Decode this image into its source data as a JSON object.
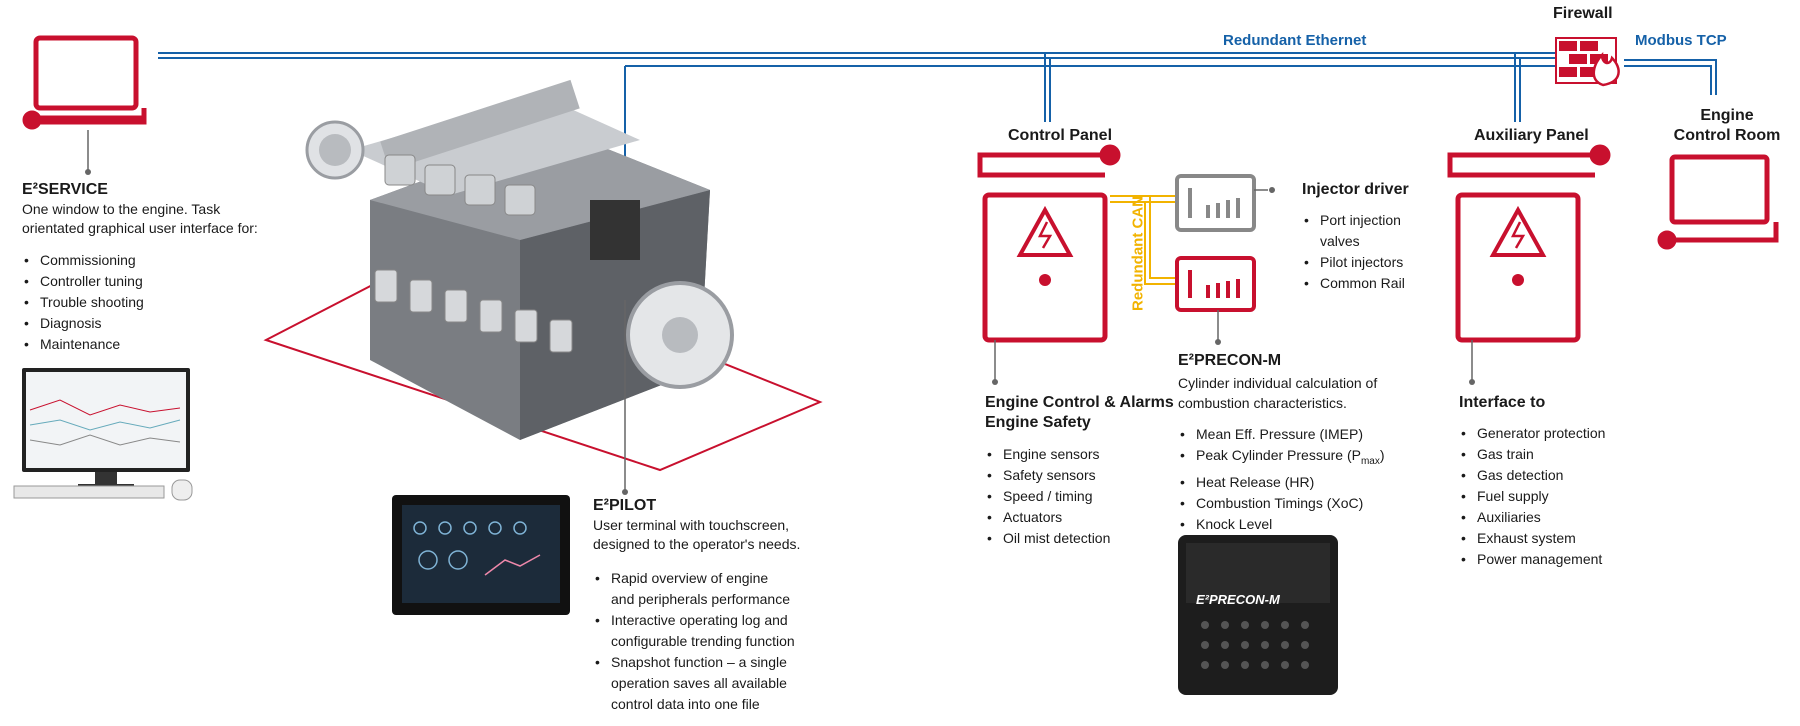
{
  "network": {
    "redundant_ethernet": "Redundant Ethernet",
    "modbus_tcp": "Modbus TCP",
    "firewall": "Firewall",
    "redundant_can": "Redundant CAN",
    "line_color": "#1561a8",
    "can_color": "#f2b300",
    "accent_color": "#c8102e"
  },
  "e2service": {
    "title": "E²SERVICE",
    "desc_line1": "One window to the engine. Task",
    "desc_line2": "orientated graphical user interface for:",
    "items": [
      "Commissioning",
      "Controller tuning",
      "Trouble shooting",
      "Diagnosis",
      "Maintenance"
    ]
  },
  "e2pilot": {
    "title": "E²PILOT",
    "desc_line1": "User terminal with touchscreen,",
    "desc_line2": "designed to the operator's needs.",
    "items": [
      [
        "Rapid overview of engine",
        "and peripherals performance"
      ],
      [
        "Interactive operating log and",
        "configurable trending function"
      ],
      [
        "Snapshot function – a single",
        "operation saves all available",
        "control data into one file"
      ]
    ]
  },
  "control_panel": {
    "title": "Control Panel",
    "heading_line1": "Engine Control & Alarms",
    "heading_line2": "Engine Safety",
    "items": [
      "Engine sensors",
      "Safety sensors",
      "Speed / timing",
      "Actuators",
      "Oil mist detection"
    ]
  },
  "injector_driver": {
    "title": "Injector driver",
    "items": [
      [
        "Port injection",
        "valves"
      ],
      [
        "Pilot injectors"
      ],
      [
        "Common Rail"
      ]
    ]
  },
  "e2precon": {
    "title": "E²PRECON-M",
    "desc_line1": "Cylinder individual calculation of",
    "desc_line2": "combustion characteristics.",
    "items": [
      "Mean Eff. Pressure (IMEP)",
      "Peak Cylinder Pressure (P",
      "Heat Release (HR)",
      "Combustion Timings (XoC)",
      "Knock Level"
    ],
    "pmax_sub": "max",
    "pmax_close": ")",
    "device_label": "E²PRECON-M"
  },
  "auxiliary_panel": {
    "title": "Auxiliary Panel",
    "heading": "Interface to",
    "items": [
      "Generator protection",
      "Gas train",
      "Gas detection",
      "Fuel supply",
      "Auxiliaries",
      "Exhaust system",
      "Power management"
    ]
  },
  "engine_control_room": {
    "title_line1": "Engine",
    "title_line2": "Control Room"
  },
  "tablet": {
    "gauge_values": [
      "",
      "",
      "",
      "",
      "",
      ""
    ]
  }
}
